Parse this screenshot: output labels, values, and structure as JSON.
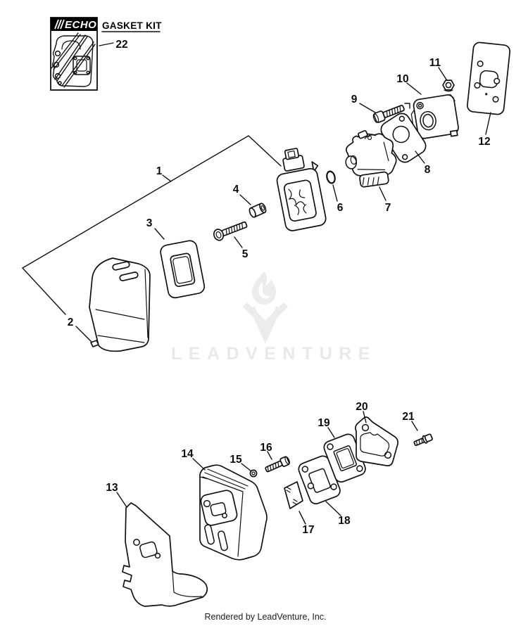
{
  "kit_box": {
    "brand": "ECHO",
    "title": "GASKET KIT",
    "ref": "22"
  },
  "callouts": [
    {
      "ref": "1"
    },
    {
      "ref": "2"
    },
    {
      "ref": "3"
    },
    {
      "ref": "4"
    },
    {
      "ref": "5"
    },
    {
      "ref": "6"
    },
    {
      "ref": "7"
    },
    {
      "ref": "8"
    },
    {
      "ref": "9"
    },
    {
      "ref": "10"
    },
    {
      "ref": "11"
    },
    {
      "ref": "12"
    },
    {
      "ref": "13"
    },
    {
      "ref": "14"
    },
    {
      "ref": "15"
    },
    {
      "ref": "16"
    },
    {
      "ref": "17"
    },
    {
      "ref": "18"
    },
    {
      "ref": "19"
    },
    {
      "ref": "20"
    },
    {
      "ref": "21"
    }
  ],
  "watermark": {
    "brand": "LEADVENTURE"
  },
  "footer": {
    "credit": "Rendered by LeadVenture, Inc."
  },
  "colors": {
    "line": "#111111",
    "label": "#0a0a0a",
    "watermark": "#ececec",
    "logo_background": "#000000",
    "logo_text": "#ffffff",
    "background": "#ffffff"
  }
}
